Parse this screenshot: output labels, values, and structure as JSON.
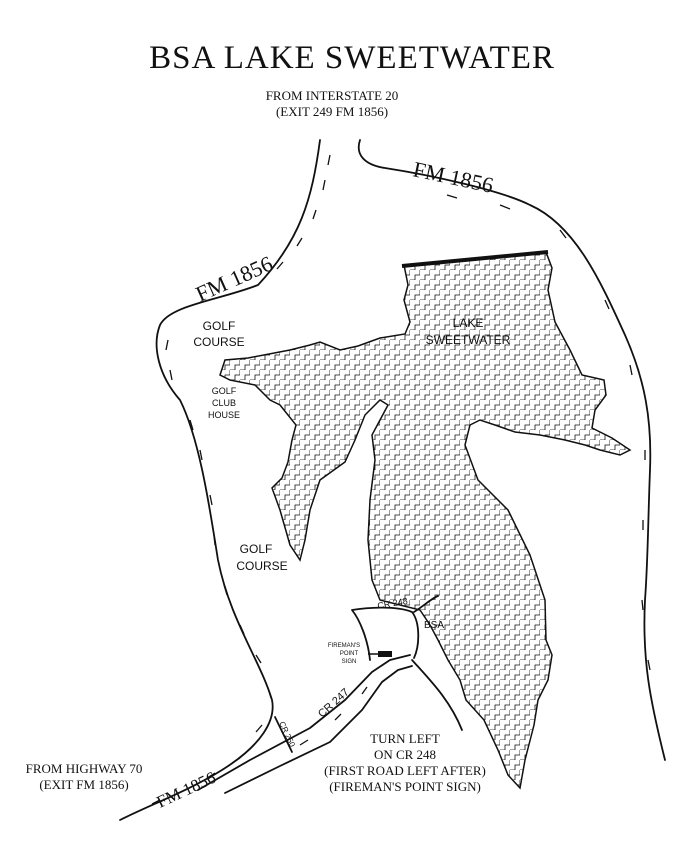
{
  "title": "BSA LAKE SWEETWATER",
  "directions_north": {
    "line1": "FROM INTERSTATE 20",
    "line2": "(EXIT 249 FM 1856)"
  },
  "directions_west": {
    "line1": "FROM HIGHWAY 70",
    "line2": "(EXIT FM 1856)"
  },
  "road_labels": {
    "fm_top": "FM 1856",
    "fm_left": "FM 1856",
    "fm_bottom": "FM 1856",
    "cr248": "CR 248",
    "cr247": "CR 247",
    "cr250": "CR 250"
  },
  "places": {
    "golf_course_north": {
      "line1": "GOLF",
      "line2": "COURSE"
    },
    "golf_club_house": {
      "line1": "GOLF",
      "line2": "CLUB",
      "line3": "HOUSE"
    },
    "golf_course_south": {
      "line1": "GOLF",
      "line2": "COURSE"
    },
    "lake": {
      "line1": "LAKE",
      "line2": "SWEETWATER"
    },
    "bsa": "BSA",
    "sign": {
      "line1": "FIREMAN'S",
      "line2": "POINT",
      "line3": "SIGN"
    }
  },
  "instructions": {
    "line1": "TURN LEFT",
    "line2": "ON CR 248",
    "line3": "(FIRST ROAD LEFT AFTER)",
    "line4": "(FIREMAN'S POINT SIGN)"
  },
  "colors": {
    "ink": "#111111",
    "background": "#ffffff"
  }
}
